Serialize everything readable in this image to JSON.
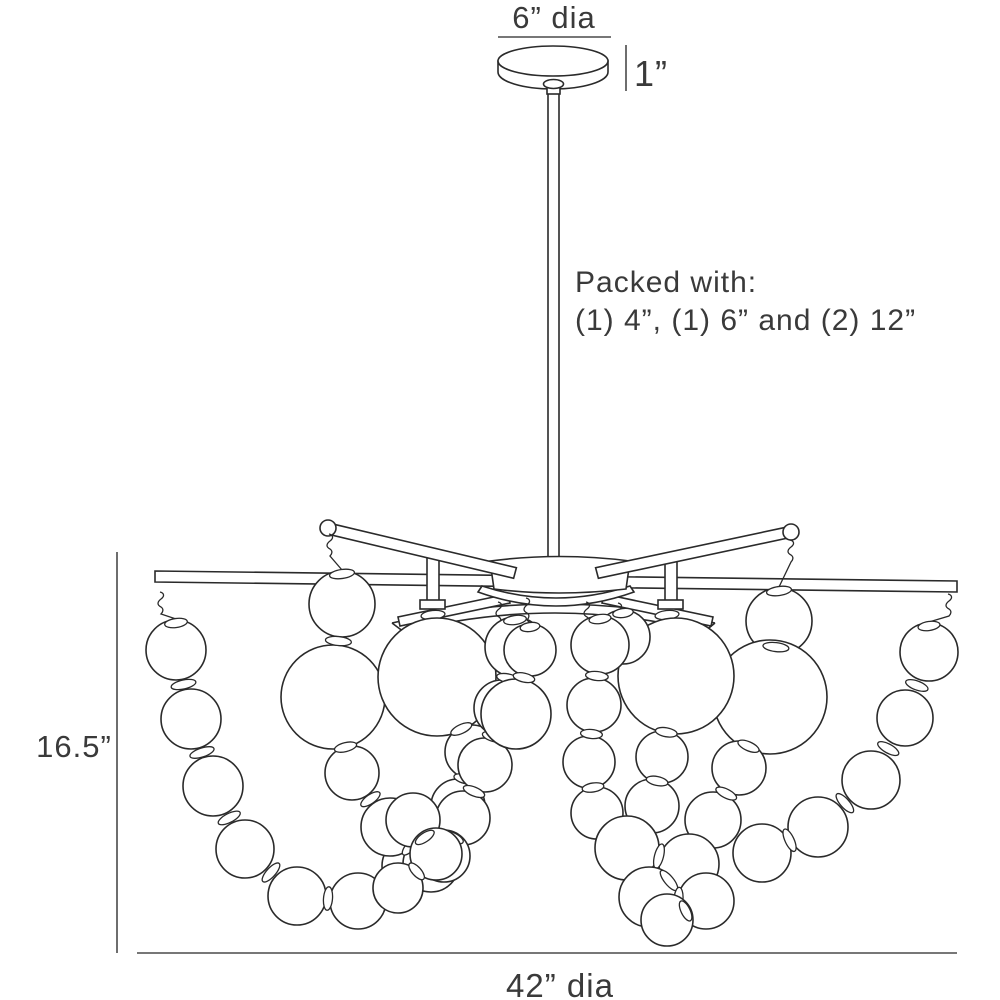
{
  "labels": {
    "canopy_diameter": "6” dia",
    "canopy_height": "1”",
    "packed_with_line1": "Packed with:",
    "packed_with_line2": "(1) 4”, (1) 6” and (2) 12”",
    "fixture_height": "16.5”",
    "fixture_diameter": "42” dia"
  },
  "colors": {
    "background": "#ffffff",
    "line": "#2a2a2a",
    "dimension_line": "#4a4a4a",
    "text": "#3a3a3a",
    "bead_fill": "#ffffff"
  },
  "diagram": {
    "chains": [
      {
        "name": "left-outer-swag",
        "hook": [
          160,
          592
        ],
        "beads": [
          [
            176,
            650,
            30
          ],
          [
            191,
            719,
            30
          ],
          [
            213,
            786,
            30
          ],
          [
            245,
            849,
            29
          ],
          [
            297,
            896,
            29
          ],
          [
            358,
            901,
            28
          ],
          [
            410,
            866,
            28
          ]
        ]
      },
      {
        "name": "left-arm-chain",
        "hook": [
          329,
          534
        ],
        "beads": [
          [
            342,
            604,
            33
          ],
          [
            333,
            697,
            52
          ],
          [
            352,
            773,
            27
          ],
          [
            390,
            827,
            29
          ],
          [
            431,
            864,
            28
          ]
        ]
      },
      {
        "name": "left-center-pendant",
        "attach": [
          433,
          615
        ],
        "beads": [
          [
            437,
            677,
            59
          ],
          [
            472,
            752,
            27
          ],
          [
            458,
            806,
            27
          ],
          [
            438,
            849,
            26
          ]
        ]
      },
      {
        "name": "inner-left-chain",
        "hook": [
          498,
          602
        ],
        "beads": [
          [
            515,
            647,
            30
          ],
          [
            502,
            708,
            28
          ],
          [
            485,
            765,
            27
          ],
          [
            463,
            818,
            27
          ],
          [
            444,
            856,
            26
          ]
        ]
      },
      {
        "name": "inner-left-globe-chain",
        "hook": [
          526,
          598
        ],
        "beads": [
          [
            530,
            650,
            26
          ],
          [
            516,
            714,
            35
          ]
        ]
      },
      {
        "name": "right-arm-chain",
        "hook": [
          790,
          540
        ],
        "beads": [
          [
            779,
            621,
            33
          ],
          [
            770,
            697,
            57
          ],
          [
            739,
            768,
            27
          ],
          [
            713,
            820,
            28
          ]
        ]
      },
      {
        "name": "right-center-pendant",
        "attach": [
          667,
          615
        ],
        "beads": [
          [
            676,
            676,
            58
          ],
          [
            662,
            757,
            26
          ],
          [
            652,
            806,
            27
          ]
        ]
      },
      {
        "name": "inner-right-bead",
        "hook": [
          618,
          603
        ],
        "beads": [
          [
            623,
            637,
            27
          ]
        ]
      },
      {
        "name": "inner-right-chain",
        "hook": [
          586,
          602
        ],
        "beads": [
          [
            600,
            645,
            29
          ],
          [
            594,
            705,
            27
          ],
          [
            589,
            762,
            26
          ],
          [
            597,
            813,
            26
          ]
        ]
      },
      {
        "name": "right-bottom-cluster",
        "beads": [
          [
            627,
            848,
            32
          ],
          [
            689,
            864,
            30
          ],
          [
            649,
            897,
            30
          ],
          [
            706,
            901,
            28
          ],
          [
            667,
            920,
            26
          ]
        ]
      },
      {
        "name": "right-outer-swag",
        "hook": [
          948,
          594
        ],
        "beads": [
          [
            929,
            652,
            29
          ],
          [
            905,
            718,
            28
          ],
          [
            871,
            780,
            29
          ],
          [
            818,
            827,
            30
          ],
          [
            762,
            853,
            29
          ]
        ]
      },
      {
        "name": "left-bottom-cluster",
        "beads": [
          [
            413,
            820,
            27
          ],
          [
            436,
            854,
            26
          ],
          [
            398,
            888,
            25
          ]
        ]
      }
    ]
  }
}
